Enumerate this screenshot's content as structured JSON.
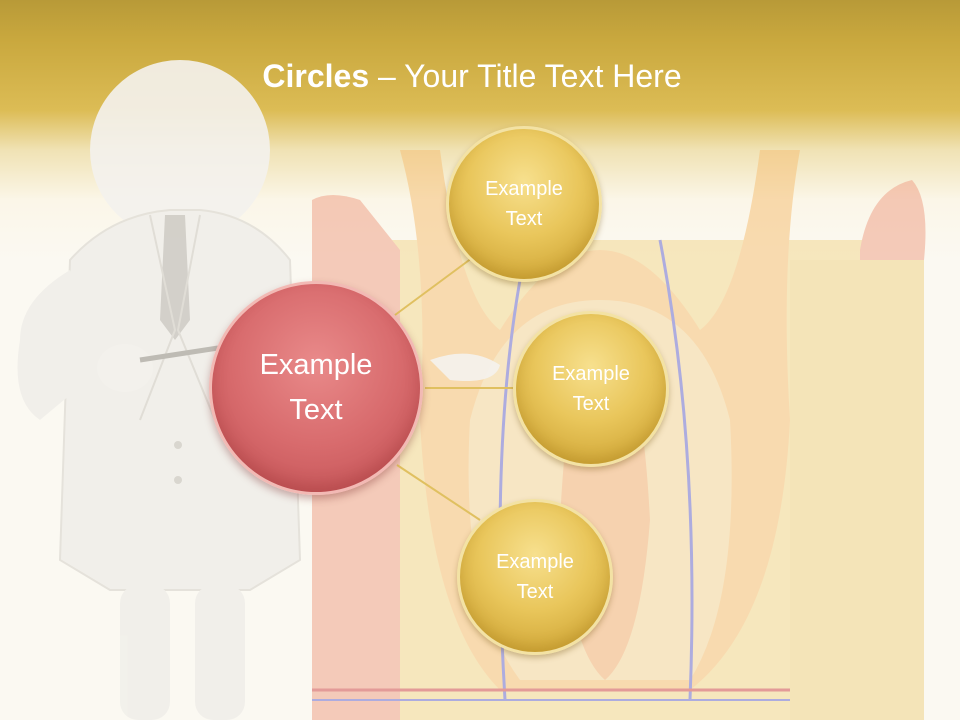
{
  "title": {
    "bold": "Circles",
    "rest": " – Your Title Text Here"
  },
  "diagram": {
    "center": {
      "label": "Example\nText",
      "color": "#d56567"
    },
    "satellites": [
      {
        "label": "Example\nText",
        "color": "#e2bf52"
      },
      {
        "label": "Example\nText",
        "color": "#e2bf52"
      },
      {
        "label": "Example\nText",
        "color": "#e2bf52"
      }
    ],
    "connector_color": "#e0c060"
  },
  "colors": {
    "header": "#c9a83e",
    "background": "#fbf9f2"
  }
}
